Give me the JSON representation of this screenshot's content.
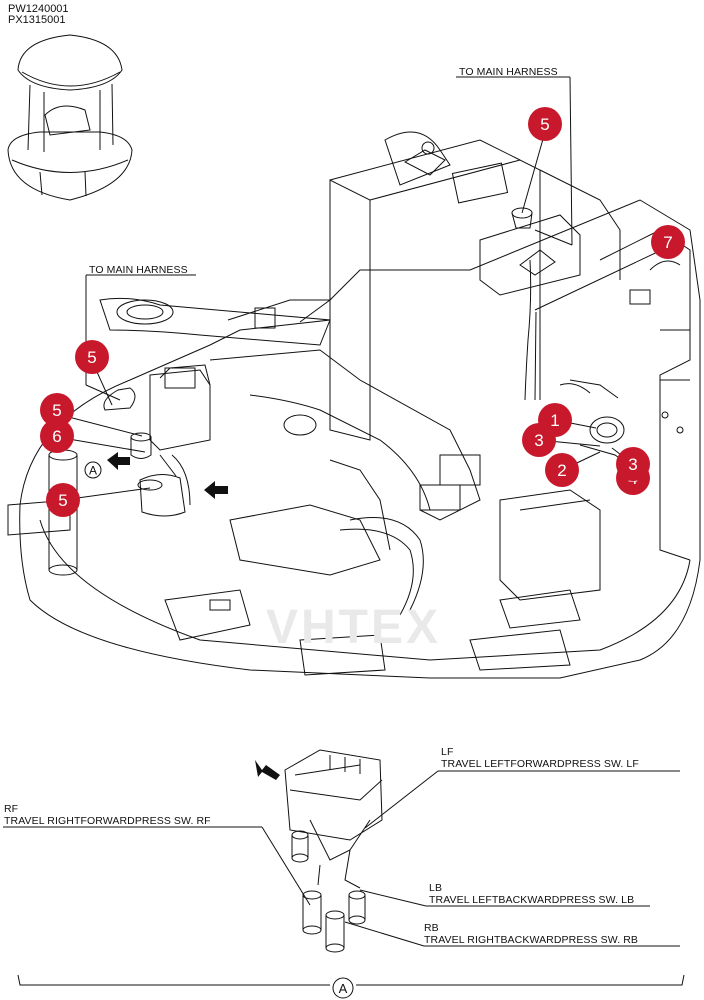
{
  "part_codes": [
    "PW1240001",
    "PX1315001"
  ],
  "harness_labels": {
    "left": "TO MAIN HARNESS",
    "right": "TO MAIN HARNESS"
  },
  "callouts": [
    {
      "id": "c1",
      "text": "1"
    },
    {
      "id": "c2",
      "text": "2"
    },
    {
      "id": "c3a",
      "text": "3"
    },
    {
      "id": "c3b",
      "text": "3"
    },
    {
      "id": "c4",
      "text": "4"
    },
    {
      "id": "c5a",
      "text": "5"
    },
    {
      "id": "c5b",
      "text": "5"
    },
    {
      "id": "c5c",
      "text": "5"
    },
    {
      "id": "c5d",
      "text": "5"
    },
    {
      "id": "c6",
      "text": "6"
    },
    {
      "id": "c7",
      "text": "7"
    }
  ],
  "view_marker": "A",
  "detail_labels": {
    "lf_code": "LF",
    "lf_text": "TRAVEL LEFTFORWARDPRESS SW. LF",
    "rf_code": "RF",
    "rf_text": "TRAVEL RIGHTFORWARDPRESS SW. RF",
    "lb_code": "LB",
    "lb_text": "TRAVEL LEFTBACKWARDPRESS SW. LB",
    "rb_code": "RB",
    "rb_text": "TRAVEL RIGHTBACKWARDPRESS SW. RB"
  },
  "watermark": "VHTEX",
  "colors": {
    "callout_fill": "#c8192c",
    "callout_text": "#ffffff",
    "line": "#111111",
    "watermark": "#f2a0a0"
  }
}
